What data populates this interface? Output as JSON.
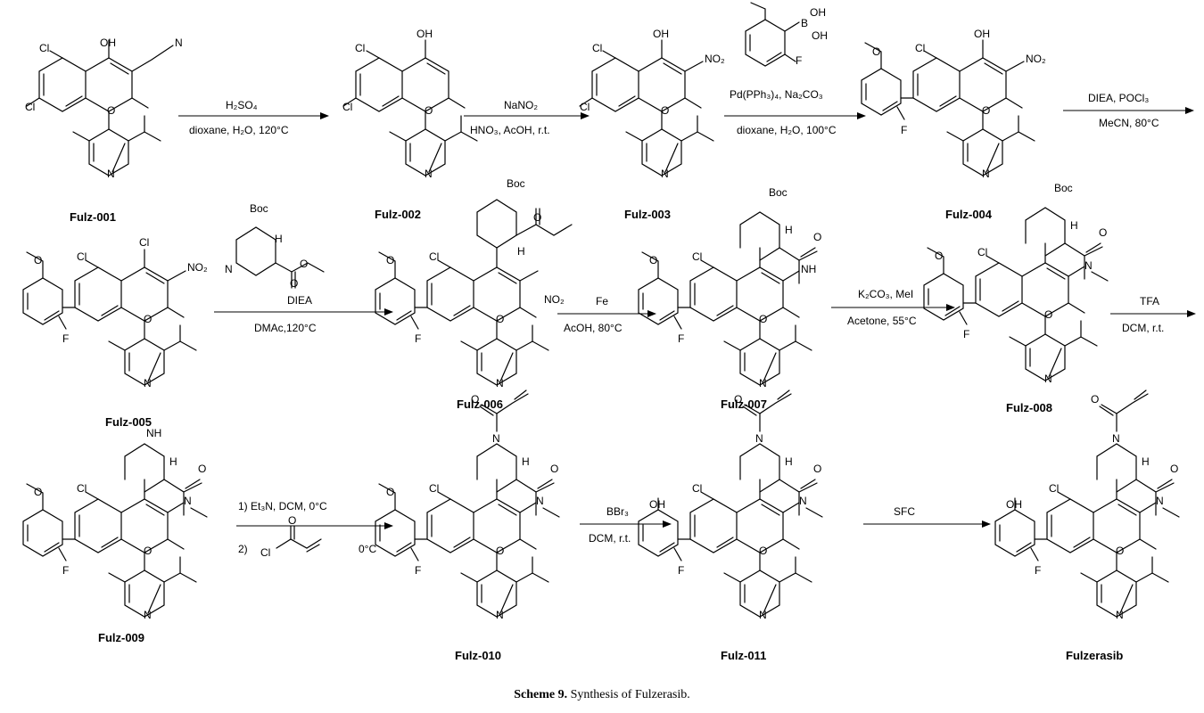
{
  "compounds": {
    "c1": "Fulz-001",
    "c2": "Fulz-002",
    "c3": "Fulz-003",
    "c4": "Fulz-004",
    "c5": "Fulz-005",
    "c6": "Fulz-006",
    "c7": "Fulz-007",
    "c8": "Fulz-008",
    "c9": "Fulz-009",
    "c10": "Fulz-010",
    "c11": "Fulz-011",
    "c12": "Fulzerasib"
  },
  "steps": {
    "s1": {
      "top": "H₂SO₄",
      "bottom": "dioxane, H₂O, 120°C"
    },
    "s2": {
      "top": "NaNO₂",
      "bottom": "HNO₃, AcOH, r.t."
    },
    "s3": {
      "top": "Pd(PPh₃)₄, Na₂CO₃",
      "bottom": "dioxane, H₂O, 100°C"
    },
    "s4": {
      "top": "DIEA, POCl₃",
      "bottom": "MeCN, 80°C"
    },
    "s5": {
      "top": "DIEA",
      "bottom": "DMAc,120°C"
    },
    "s6": {
      "top": "Fe",
      "bottom": "AcOH, 80°C"
    },
    "s7": {
      "top": "K₂CO₃, MeI",
      "bottom": "Acetone, 55°C"
    },
    "s8": {
      "top": "TFA",
      "bottom": "DCM, r.t."
    },
    "s9": {
      "line1": "1) Et₃N, DCM, 0°C",
      "line2_prefix": "2)",
      "line2_suffix": "0°C"
    },
    "s10": {
      "top": "BBr₃",
      "bottom": "DCM, r.t."
    },
    "s11": {
      "top": "SFC"
    }
  },
  "atoms": {
    "OH": "OH",
    "O": "O",
    "N": "N",
    "NH": "NH",
    "H": "H",
    "Cl": "Cl",
    "F": "F",
    "B": "B",
    "Boc": "Boc",
    "NO2": "NO₂"
  },
  "caption": {
    "label": "Scheme 9.",
    "text": "Synthesis of Fulzerasib."
  }
}
